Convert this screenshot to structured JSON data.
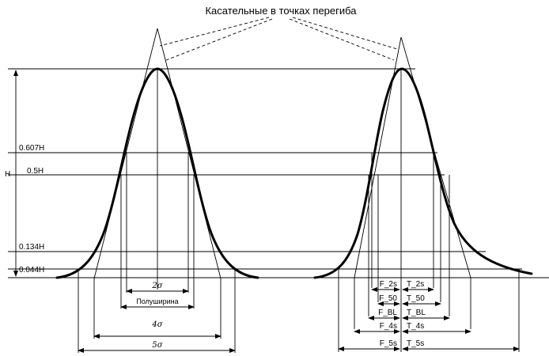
{
  "title": "Касательные в точках перегиба",
  "axis": {
    "height_label": "H",
    "levels": [
      {
        "label": "0.607H"
      },
      {
        "label": "0.5H"
      },
      {
        "label": "0.134H"
      },
      {
        "label": "0.044H"
      }
    ]
  },
  "left_peak": {
    "widths": [
      {
        "label": "2σ"
      },
      {
        "label": "Полуширина"
      },
      {
        "label": "4σ"
      },
      {
        "label": "5σ"
      }
    ]
  },
  "right_peak": {
    "front_labels": [
      "F_2s",
      "F_50",
      "F_BL",
      "F_4s",
      "F_5s"
    ],
    "tail_labels": [
      "T_2s",
      "T_50",
      "T_BL",
      "T_4s",
      "T_5s"
    ]
  }
}
